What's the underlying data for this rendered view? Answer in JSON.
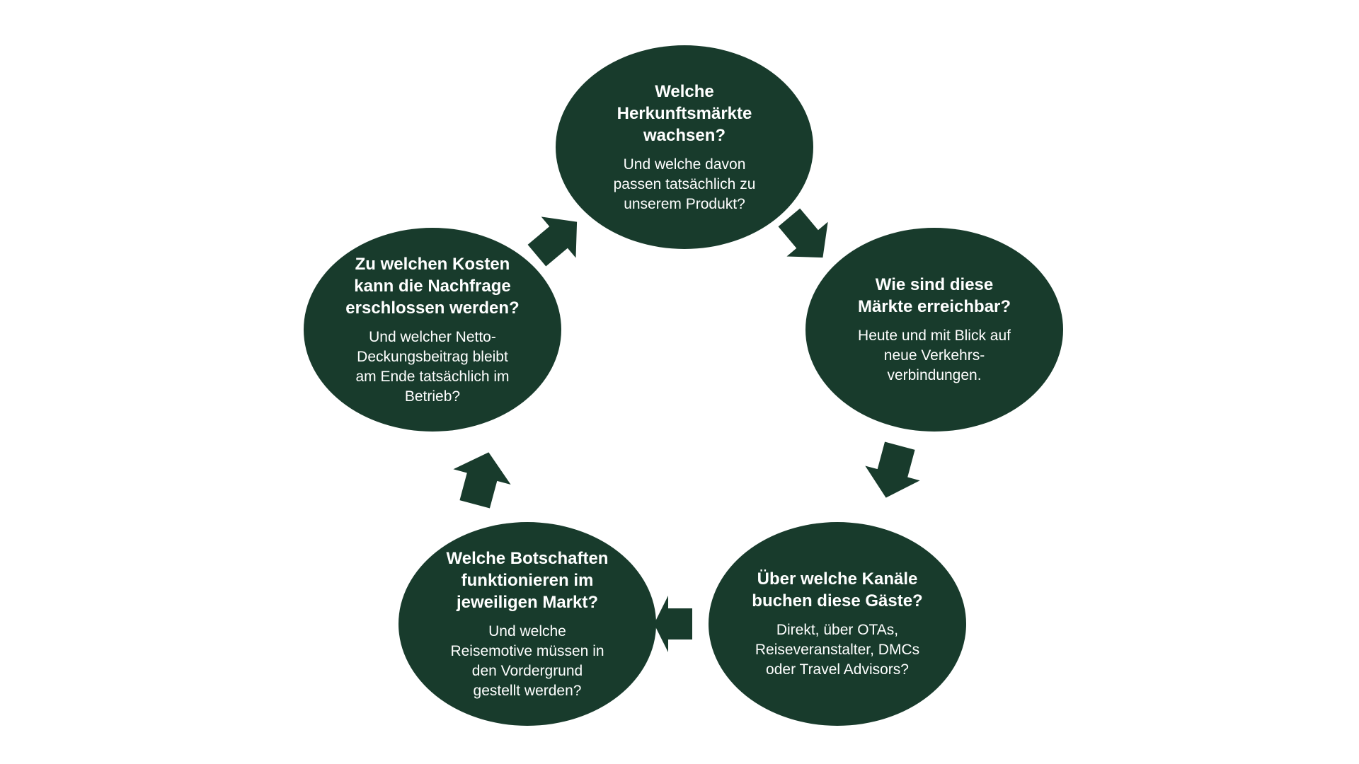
{
  "colors": {
    "node_fill": "#183b2c",
    "arrow_fill": "#183b2c",
    "text": "#ffffff",
    "background": "#ffffff"
  },
  "nodes": [
    {
      "question": "Welche\nHerkunftsmärkte\nwachsen?",
      "detail": "Und welche davon\npassen tatsächlich zu\nunserem Produkt?"
    },
    {
      "question": "Wie sind diese\nMärkte erreichbar?",
      "detail": "Heute und mit Blick auf\nneue Verkehrs-\nverbindungen."
    },
    {
      "question": "Über welche Kanäle\nbuchen diese Gäste?",
      "detail": "Direkt, über OTAs,\nReiseveranstalter, DMCs\noder Travel Advisors?"
    },
    {
      "question": "Welche Botschaften\nfunktionieren im\njeweiligen Markt?",
      "detail": "Und welche\nReisemotive müssen in\nden Vordergrund\ngestellt werden?"
    },
    {
      "question": "Zu welchen Kosten\nkann die Nachfrage\nerschlossen werden?",
      "detail": "Und welcher Netto-\nDeckungsbeitrag bleibt\nam Ende tatsächlich im\nBetrieb?"
    }
  ]
}
